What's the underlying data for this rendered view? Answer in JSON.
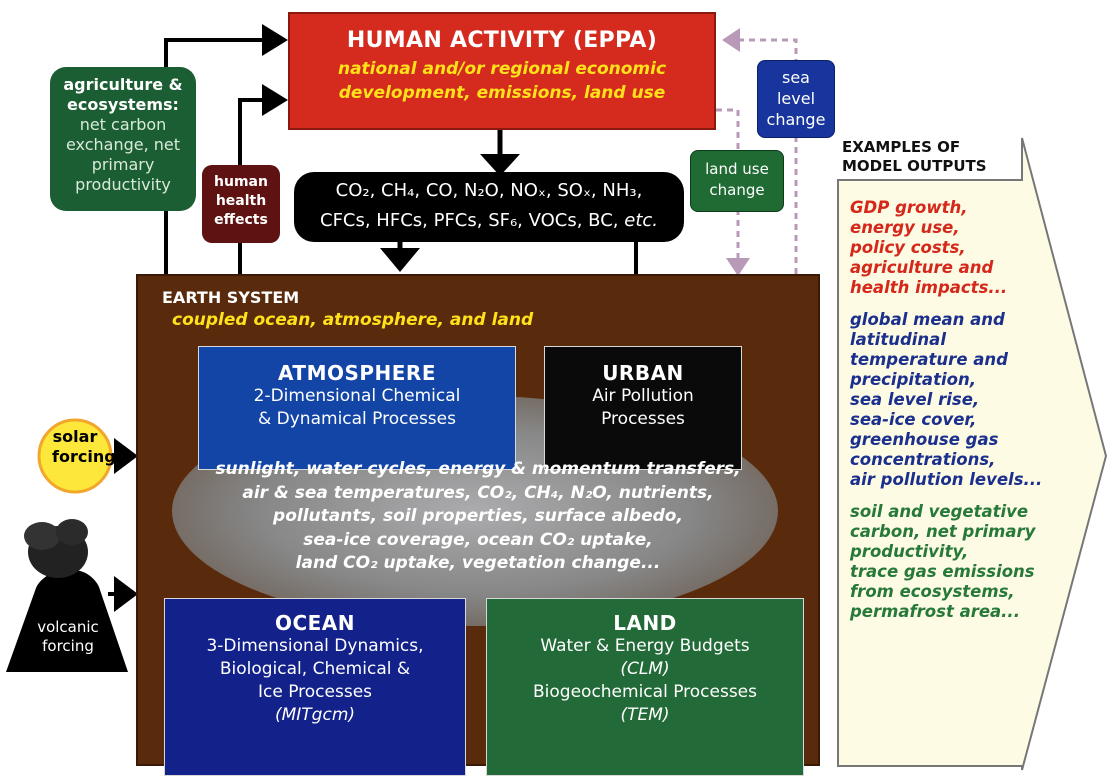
{
  "human_activity": {
    "title": "HUMAN ACTIVITY (EPPA)",
    "subtitle_line1": "national and/or regional economic",
    "subtitle_line2": "development, emissions, land use"
  },
  "agriculture": {
    "title_line1": "agriculture &",
    "title_line2": "ecosystems:",
    "text_lines": [
      "net carbon",
      "exchange, net",
      "primary",
      "productivity"
    ]
  },
  "human_health": {
    "lines": [
      "human",
      "health",
      "effects"
    ]
  },
  "emissions": {
    "line1": "CO₂, CH₄, CO, N₂O, NOₓ, SOₓ, NH₃,",
    "line2_main": "CFCs, HFCs, PFCs, SF₆, VOCs, BC,",
    "line2_etc": "etc."
  },
  "land_use_change": {
    "lines": [
      "land use",
      "change"
    ]
  },
  "sea_level_change": {
    "lines": [
      "sea",
      "level",
      "change"
    ]
  },
  "earth_system": {
    "title": "EARTH SYSTEM",
    "subtitle": "coupled ocean, atmosphere, and land",
    "center_lines": [
      "sunlight, water cycles, energy & momentum transfers,",
      "air & sea temperatures, CO₂, CH₄, N₂O, nutrients,",
      "pollutants, soil properties, surface albedo,",
      "sea-ice coverage, ocean CO₂ uptake,",
      "land CO₂ uptake, vegetation change..."
    ]
  },
  "atmosphere": {
    "title": "ATMOSPHERE",
    "lines": [
      "2-Dimensional Chemical",
      "& Dynamical Processes"
    ]
  },
  "urban": {
    "title": "URBAN",
    "lines": [
      "Air Pollution",
      "Processes"
    ]
  },
  "ocean": {
    "title": "OCEAN",
    "lines": [
      "3-Dimensional Dynamics,",
      "Biological, Chemical &",
      "Ice Processes"
    ],
    "model": "(MITgcm)"
  },
  "land": {
    "title": "LAND",
    "line1": "Water & Energy Budgets",
    "model1": "(CLM)",
    "line2": "Biogeochemical Processes",
    "model2": "(TEM)"
  },
  "solar": {
    "lines": [
      "solar",
      "forcing"
    ]
  },
  "volcanic": {
    "lines": [
      "volcanic",
      "forcing"
    ]
  },
  "outputs": {
    "header_line1": "EXAMPLES OF",
    "header_line2": "MODEL OUTPUTS",
    "economic": [
      "GDP growth,",
      "energy use,",
      "policy costs,",
      "agriculture and",
      "health impacts..."
    ],
    "climate": [
      "global mean and",
      "latitudinal",
      "temperature and",
      "precipitation,",
      "sea level rise,",
      "sea-ice cover,",
      "greenhouse gas",
      "concentrations,",
      "air pollution levels..."
    ],
    "ecosystem": [
      "soil  and vegetative",
      "carbon, net primary",
      "productivity,",
      "trace gas emissions",
      "from ecosystems,",
      "permafrost area..."
    ]
  },
  "colors": {
    "human_activity": "#d42b1e",
    "earth_system": "#5a2a0c",
    "atmosphere": "#1245a6",
    "ocean": "#13218a",
    "land": "#226b38",
    "output_economic": "#d5281b",
    "output_climate": "#1b2f8c",
    "output_ecosystem": "#27793a"
  }
}
